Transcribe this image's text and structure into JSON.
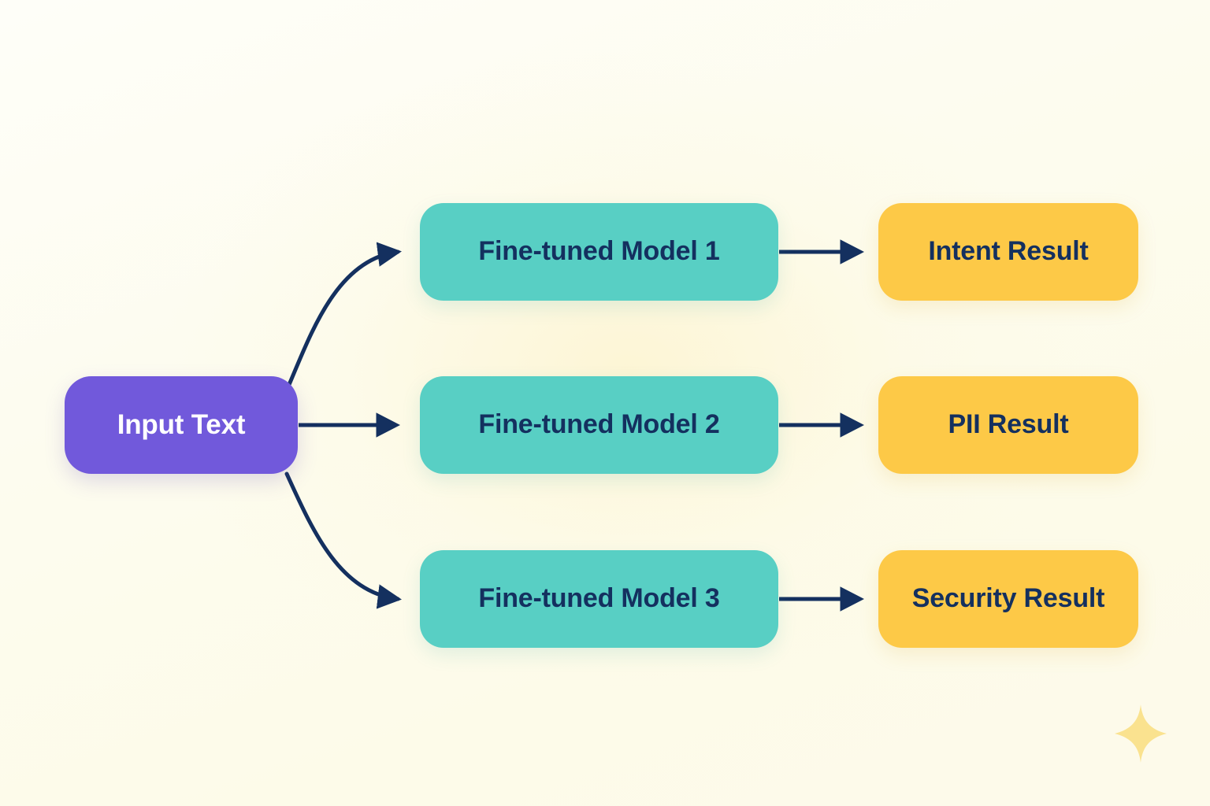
{
  "diagram": {
    "title_text": "",
    "background_color": "#fdfcef",
    "colors": {
      "input_node": "#7159db",
      "input_node_text": "#ffffff",
      "model_node": "#58cfc4",
      "result_node": "#fdc947",
      "node_text": "#14305f",
      "edge": "#14305f",
      "sparkle": "#fae28f"
    },
    "input": {
      "label": "Input Text"
    },
    "models": [
      {
        "label": "Fine-tuned Model 1"
      },
      {
        "label": "Fine-tuned Model 2"
      },
      {
        "label": "Fine-tuned Model 3"
      }
    ],
    "results": [
      {
        "label": "Intent Result"
      },
      {
        "label": "PII Result"
      },
      {
        "label": "Security Result"
      }
    ],
    "edges": [
      {
        "from": "Input Text",
        "to": "Fine-tuned Model 1",
        "style": "curved",
        "arrow": "end"
      },
      {
        "from": "Input Text",
        "to": "Fine-tuned Model 2",
        "style": "straight",
        "arrow": "end"
      },
      {
        "from": "Input Text",
        "to": "Fine-tuned Model 3",
        "style": "curved",
        "arrow": "end"
      },
      {
        "from": "Fine-tuned Model 1",
        "to": "Intent Result",
        "style": "straight",
        "arrow": "end"
      },
      {
        "from": "Fine-tuned Model 2",
        "to": "PII Result",
        "style": "straight",
        "arrow": "end"
      },
      {
        "from": "Fine-tuned Model 3",
        "to": "Security Result",
        "style": "straight",
        "arrow": "end"
      }
    ],
    "decorations": [
      {
        "name": "sparkle",
        "shape": "four-point-star"
      }
    ]
  }
}
